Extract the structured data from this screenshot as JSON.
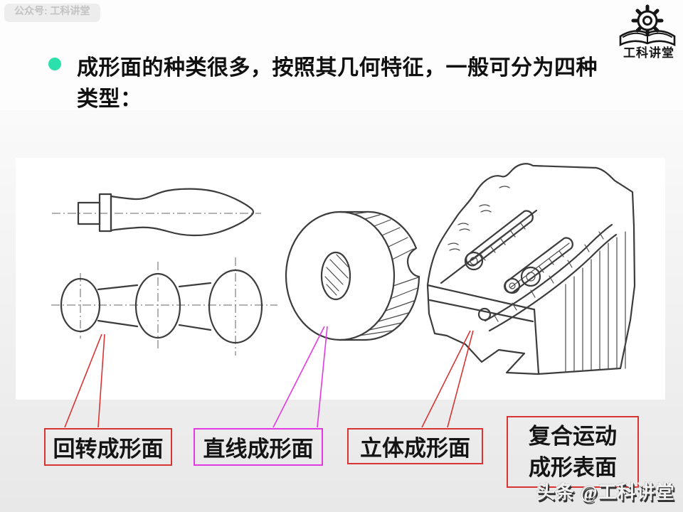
{
  "colors": {
    "accent_red": "#d83434",
    "accent_magenta": "#e23ae2",
    "bullet_teal": "#2ce0ac",
    "drawing_stroke": "#3c3c3c",
    "panel_top": "#fafafa",
    "panel_bottom": "#e8e8e8",
    "scan_background": "#ffffff"
  },
  "header": {
    "badge_text": "公众号: 工科讲堂",
    "logo_text": "工科讲堂"
  },
  "bullet_paragraph": {
    "line1": "成形面的种类很多，按照其几何特征，一般可分为四种",
    "line2": "类型："
  },
  "figure": {
    "drawing_names": [
      "lathe-handle",
      "ball-handle",
      "knurled-wheel",
      "forging-die-block"
    ]
  },
  "labels": [
    {
      "text": "回转成形面",
      "border_color": "#d83434",
      "callout_color": "#d83434"
    },
    {
      "text": "直线成形面",
      "border_color": "#e23ae2",
      "callout_color": "#e23ae2"
    },
    {
      "text": "立体成形面",
      "border_color": "#d83434",
      "callout_color": "#d83434"
    },
    {
      "lines": [
        "复合运动",
        "成形表面"
      ],
      "border_color": "#d83434"
    }
  ],
  "watermark": {
    "text": "头条 @工科讲堂"
  }
}
